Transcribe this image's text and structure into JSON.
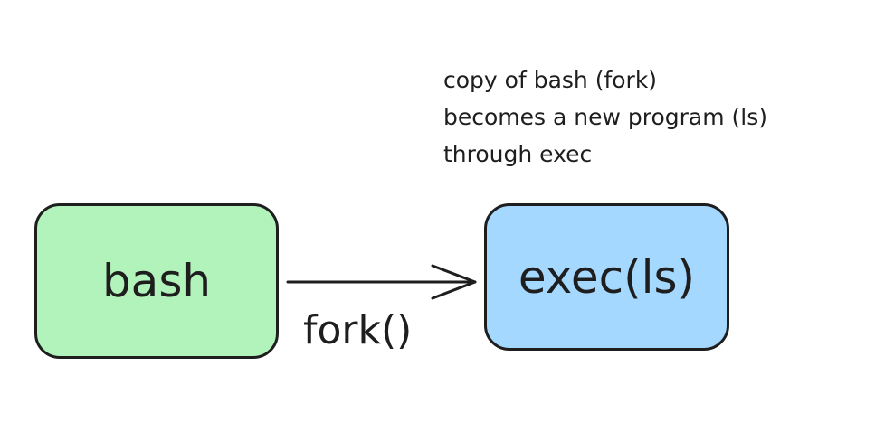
{
  "nodes": {
    "source": "bash",
    "target": "exec(ls)"
  },
  "edge_label": "fork()",
  "annotation": [
    "copy of bash (fork)",
    "becomes a new program (ls)",
    "through exec"
  ],
  "colors": {
    "source_fill": "#b2f2bb",
    "target_fill": "#a5d8ff",
    "stroke": "#1e1e1e"
  }
}
